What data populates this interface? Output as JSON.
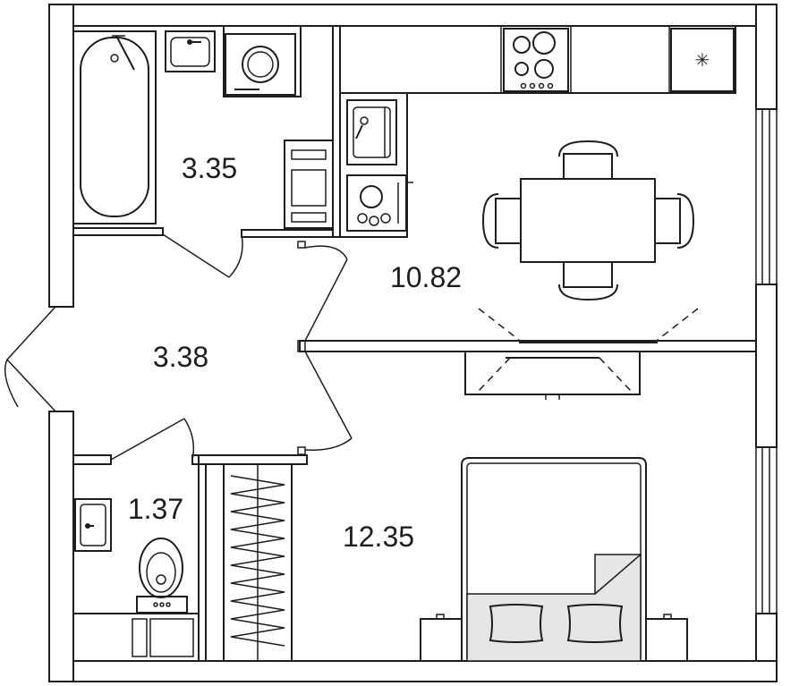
{
  "rooms": [
    {
      "id": "bathroom",
      "area": "3.35"
    },
    {
      "id": "hallway",
      "area": "3.38"
    },
    {
      "id": "kitchen-living",
      "area": "10.82"
    },
    {
      "id": "toilet",
      "area": "1.37"
    },
    {
      "id": "bedroom",
      "area": "12.35"
    }
  ],
  "colors": {
    "line": "#1d1d1b",
    "background": "#ffffff",
    "bed_fill": "#e6e6e6"
  }
}
